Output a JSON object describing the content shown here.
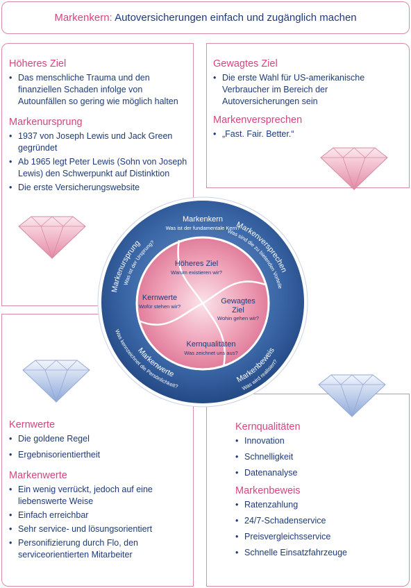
{
  "banner": {
    "label": "Markenkern:",
    "text": "Autoversicherungen einfach und zugänglich machen"
  },
  "sections": {
    "hoeheres_ziel": {
      "title": "Höheres Ziel",
      "items": [
        "Das menschliche Trauma und den finanziellen Schaden infolge von Autounfällen so gering wie möglich halten"
      ]
    },
    "markenursprung": {
      "title": "Markenursprung",
      "items": [
        "1937 von Joseph Lewis und Jack Green gegründet",
        "Ab 1965 legt Peter Lewis (Sohn von Joseph Lewis) den Schwerpunkt auf Distinktion",
        "Die erste Versicherungswebsite"
      ]
    },
    "gewagtes_ziel": {
      "title": "Gewagtes Ziel",
      "items": [
        "Die erste Wahl für US-amerikanische Verbraucher im Bereich der Autoversicherungen sein"
      ]
    },
    "markenversprechen": {
      "title": "Markenversprechen",
      "items": [
        "„Fast. Fair. Better.“"
      ]
    },
    "kernwerte": {
      "title": "Kernwerte",
      "items": [
        "Die goldene Regel",
        "Ergebnisorientiertheit"
      ]
    },
    "markenwerte": {
      "title": "Markenwerte",
      "items": [
        "Ein wenig verrückt, jedoch auf eine liebenswerte Weise",
        "Einfach erreichbar",
        "Sehr service- und lösungsorientiert",
        "Personifizierung durch Flo, den serviceorientierten Mitarbeiter"
      ]
    },
    "kernqualitaeten": {
      "title": "Kernqualitäten",
      "items": [
        "Innovation",
        "Schnelligkeit",
        "Datenanalyse"
      ]
    },
    "markenbeweis": {
      "title": "Markenbeweis",
      "items": [
        "Ratenzahlung",
        "24/7-Schadenservice",
        "Preisvergleichsservice",
        "Schnelle Einsatzfahrzeuge"
      ]
    }
  },
  "diagram": {
    "outer": {
      "markenkern": {
        "title": "Markenkern",
        "question": "Was ist der fundamentale Kern?"
      },
      "markenversprechen": {
        "title": "Markenversprechen",
        "question": "Was sind die zu bietenden Vorteile?"
      },
      "markenbeweis": {
        "title": "Markenbeweis",
        "question": "Was wird realisiert?"
      },
      "markenwerte": {
        "title": "Markenwerte",
        "question": "Was kennzeichnet die Persönlichkeit?"
      },
      "markenursprung": {
        "title": "Markenursprung",
        "question": "Was ist der Ursprung?"
      }
    },
    "inner": {
      "hoeheres_ziel": {
        "title": "Höheres Ziel",
        "question": "Warum existieren wir?"
      },
      "kernwerte": {
        "title": "Kernwerte",
        "question": "Wofür stehen wir?"
      },
      "gewagtes_ziel": {
        "title1": "Gewagtes",
        "title2": "Ziel",
        "question": "Wohin gehen wir?"
      },
      "kernqualitaeten": {
        "title": "Kernqualitäten",
        "question": "Was zeichnet uns aus?"
      }
    }
  },
  "colors": {
    "accent_pink": "#d6457e",
    "text_blue": "#1d3a78",
    "ring_blue": "#2f5a98",
    "inner_pink": "#e47f9e",
    "border_pink": "#d98aa6"
  },
  "gem_icons": [
    "pink-diamond-icon",
    "pink-diamond-icon",
    "blue-diamond-icon",
    "blue-diamond-icon"
  ]
}
